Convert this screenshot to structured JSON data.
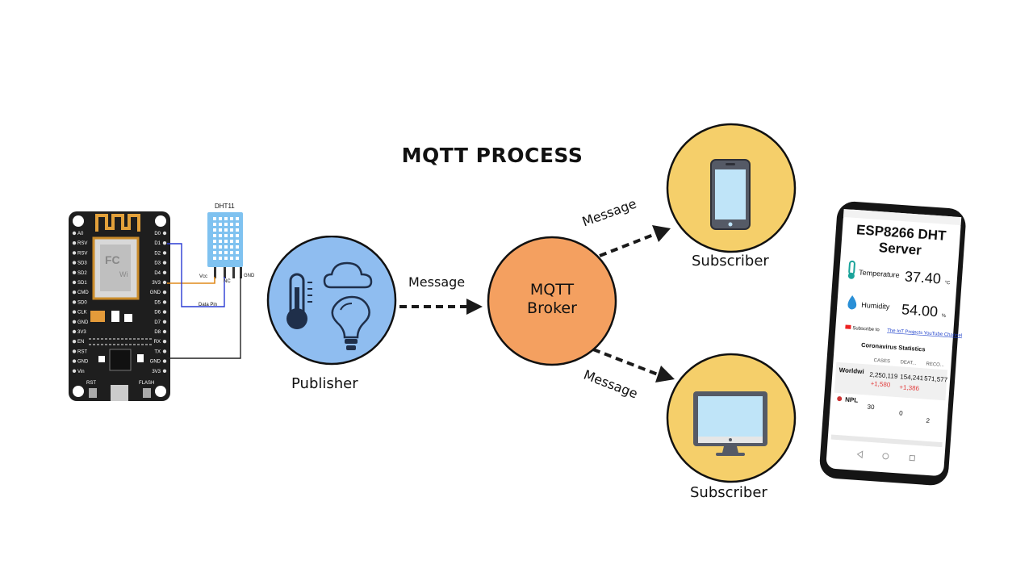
{
  "diagram": {
    "title": "MQTT PROCESS",
    "publisher_label": "Publisher",
    "broker_label_line1": "MQTT",
    "broker_label_line2": "Broker",
    "subscriber_top_label": "Subscriber",
    "subscriber_bottom_label": "Subscriber",
    "message_publisher_to_broker": "Message",
    "message_broker_to_top": "Message",
    "message_broker_to_bottom": "Message"
  },
  "colors": {
    "publisher_circle": "#8fbdf0",
    "broker_circle": "#f4a060",
    "subscriber_circle": "#f5cf6a",
    "board": "#1e1e1e",
    "sensor": "#7fc2f0"
  },
  "board": {
    "left_pins": [
      "A0",
      "RSV",
      "RSV",
      "SD3",
      "SD2",
      "SD1",
      "CMD",
      "SD0",
      "CLK",
      "GND",
      "3V3",
      "EN",
      "RST",
      "GND",
      "Vin"
    ],
    "right_pins": [
      "D0",
      "D1",
      "D2",
      "D3",
      "D4",
      "3V3",
      "GND",
      "D5",
      "D6",
      "D7",
      "D8",
      "RX",
      "TX",
      "GND",
      "3V3"
    ],
    "button_left": "RST",
    "button_right": "FLASH",
    "sensor_name": "DHT11",
    "wire_vcc": "Vcc",
    "wire_nc": "NC",
    "wire_gnd": "GND",
    "wire_data": "Data Pin"
  },
  "phone": {
    "title_line1": "ESP8266 DHT",
    "title_line2": "Server",
    "temperature_label": "Temperature",
    "temperature_value": "37.40",
    "temperature_unit": "°C",
    "humidity_label": "Humidity",
    "humidity_value": "54.00",
    "humidity_unit": "%",
    "subscribe_text": "Subscribe to",
    "subscribe_link": "The IoT Projects YouTube Channel",
    "stats_title": "Coronavirus Statistics",
    "col_cases": "CASES",
    "col_deaths": "DEAT...",
    "col_recovered": "RECO...",
    "row1_name": "Worldwi",
    "row1_cases": "2,250,119",
    "row1_deaths": "154,241",
    "row1_recovered": "571,577",
    "row1_cases_delta": "+1,580",
    "row1_deaths_delta": "+1,386",
    "row2_name": "NPL",
    "row2_cases": "30",
    "row2_deaths": "0",
    "row2_recovered": "2"
  }
}
